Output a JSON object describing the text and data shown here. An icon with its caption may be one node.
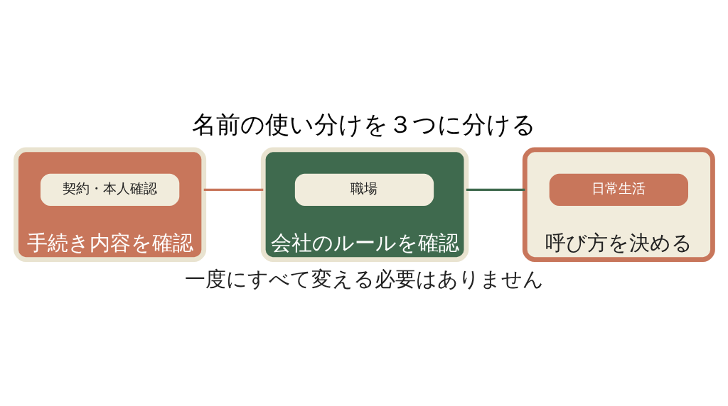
{
  "diagram": {
    "title": "名前の使い分けを３つに分ける",
    "caption": "一度にすべて変える必要はありません",
    "nodes": [
      {
        "text": [
          "手続き内容を確認"
        ]
      },
      {
        "text": [
          "契約・本人確認"
        ],
        "in": 0
      },
      {
        "text": [
          "会社のルールを確認"
        ]
      },
      {
        "text": [
          "職場"
        ],
        "in": 2
      },
      {
        "text": [
          "呼び方を決める"
        ]
      },
      {
        "text": [
          "日常生活"
        ],
        "in": 4
      }
    ],
    "edges": [
      {
        "from": 0,
        "to": 2,
        "arrow": "none",
        "color": "#c8765b"
      },
      {
        "from": 2,
        "to": 4,
        "arrow": "none",
        "color": "#3f6a4e"
      }
    ]
  }
}
